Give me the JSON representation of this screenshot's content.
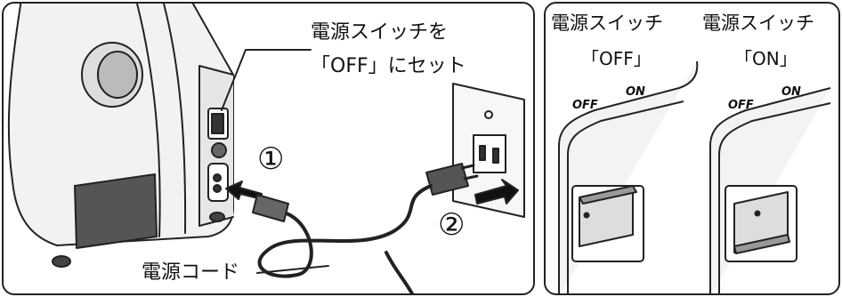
{
  "left_panel": {
    "callout_line1": "電源スイッチを",
    "callout_line2": "「OFF」にセット",
    "step1": "①",
    "step2": "②",
    "cord_label": "電源コード"
  },
  "right_panel": {
    "off_title": "電源スイッチ",
    "off_state": "「OFF」",
    "on_title": "電源スイッチ",
    "on_state": "「ON」",
    "off_marks": {
      "off": "OFF",
      "on": "ON"
    },
    "on_marks": {
      "off": "OFF",
      "on": "ON"
    }
  }
}
